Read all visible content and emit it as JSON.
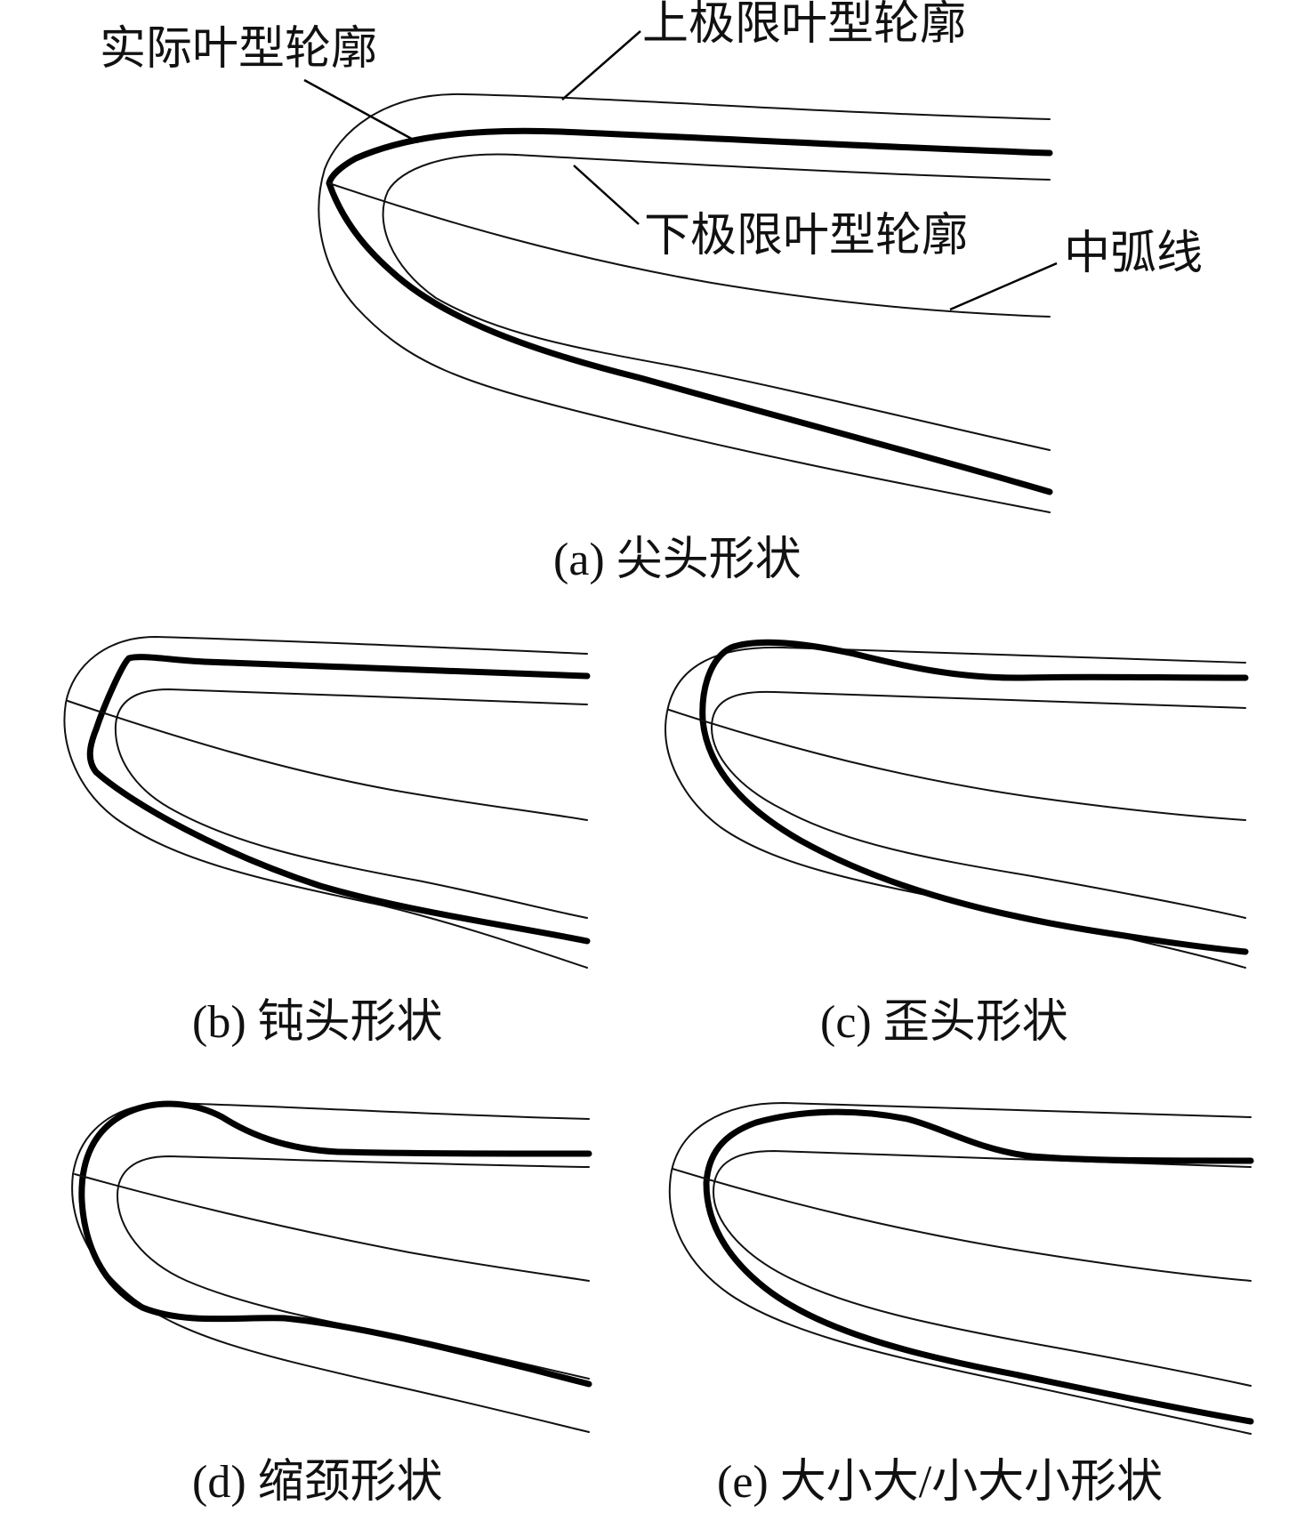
{
  "labels": {
    "actual": "实际叶型轮廓",
    "upper": "上极限叶型轮廓",
    "lower": "下极限叶型轮廓",
    "camber": "中弧线"
  },
  "captions": {
    "a": "(a) 尖头形状",
    "b": "(b) 钝头形状",
    "c": "(c) 歪头形状",
    "d": "(d) 缩颈形状",
    "e": "(e) 大小大/小大小形状"
  }
}
